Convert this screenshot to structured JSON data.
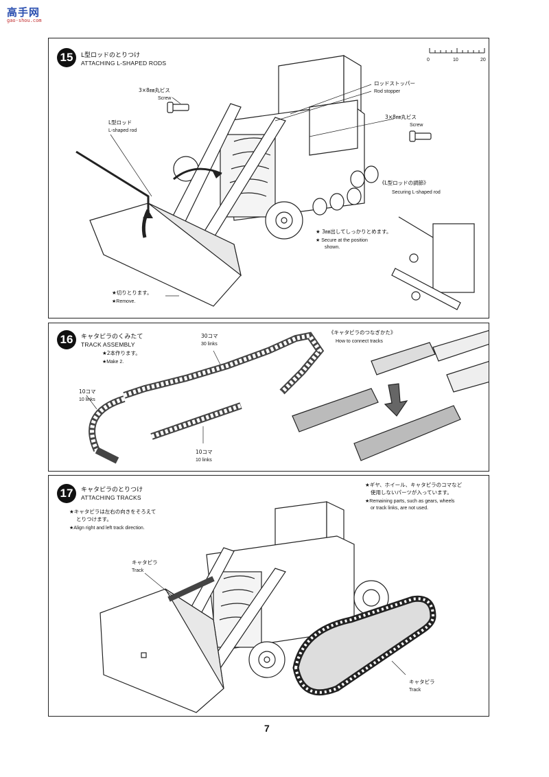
{
  "watermark": {
    "text": "高手网",
    "sub": "gao-shou.com"
  },
  "page_number": "7",
  "step15": {
    "number": "15",
    "title_ja": "L型ロッドのとりつけ",
    "title_en": "ATTACHING L-SHAPED RODS",
    "scale": {
      "ticks": [
        "0",
        "10",
        "20"
      ]
    },
    "screw_left_ja": "3×8㎜丸ビス",
    "screw_left_en": "Screw",
    "rod_ja": "L型ロッド",
    "rod_en": "L-shaped rod",
    "stopper_ja": "ロッドストッパー",
    "stopper_en": "Rod stopper",
    "screw_right_ja": "3×8㎜丸ビス",
    "screw_right_en": "Screw",
    "securing_ja": "《L型ロッドの調節》",
    "securing_en": "Securing L-shaped rod",
    "note_ja": "★ 3㎜出してしっかりとめます。",
    "note_en_1": "★ Secure at the position",
    "note_en_2": "shown.",
    "remove_ja": "★切りとります。",
    "remove_en": "★Remove."
  },
  "step16": {
    "number": "16",
    "title_ja": "キャタピラのくみたて",
    "title_en": "TRACK ASSEMBLY",
    "make_ja": "★2本作ります。",
    "make_en": "★Make 2.",
    "links30_ja": "30コマ",
    "links30_en": "30 links",
    "links10a_ja": "10コマ",
    "links10a_en": "10 links",
    "links10b_ja": "10コマ",
    "links10b_en": "10 links",
    "connect_ja": "《キャタピラのつなぎかた》",
    "connect_en": "How to connect tracks"
  },
  "step17": {
    "number": "17",
    "title_ja": "キャタピラのとりつけ",
    "title_en": "ATTACHING TRACKS",
    "align_ja_1": "★キャタピラは左右の向きをそろえて",
    "align_ja_2": "とりつけます。",
    "align_en": "★Align right and left track direction.",
    "remain_ja_1": "★ギヤ、ホイール、キャタピラのコマなど",
    "remain_ja_2": "使用しないパーツが入っています。",
    "remain_en_1": "★Remaining parts, such as gears, wheels",
    "remain_en_2": "or track links, are not used.",
    "track1_ja": "キャタピラ",
    "track1_en": "Track",
    "track2_ja": "キャタピラ",
    "track2_en": "Track"
  }
}
